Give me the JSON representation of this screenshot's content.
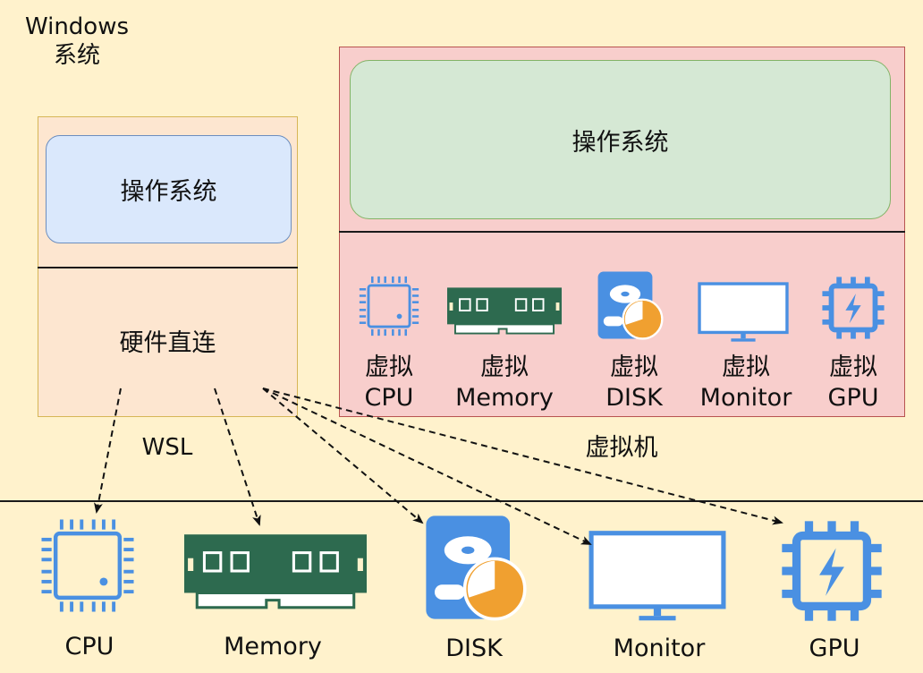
{
  "windows_label": "Windows\n系统",
  "wsl": {
    "os_label": "操作系统",
    "hw_label": "硬件直连",
    "label": "WSL"
  },
  "vm": {
    "os_label": "操作系统",
    "label": "虚拟机",
    "devices": [
      {
        "icon": "cpu-icon",
        "line1": "虚拟",
        "line2": "CPU"
      },
      {
        "icon": "memory-icon",
        "line1": "虚拟",
        "line2": "Memory"
      },
      {
        "icon": "disk-icon",
        "line1": "虚拟",
        "line2": "DISK"
      },
      {
        "icon": "monitor-icon",
        "line1": "虚拟",
        "line2": "Monitor"
      },
      {
        "icon": "gpu-icon",
        "line1": "虚拟",
        "line2": "GPU"
      }
    ]
  },
  "hardware": [
    {
      "icon": "cpu-icon",
      "label": "CPU"
    },
    {
      "icon": "memory-icon",
      "label": "Memory"
    },
    {
      "icon": "disk-icon",
      "label": "DISK"
    },
    {
      "icon": "monitor-icon",
      "label": "Monitor"
    },
    {
      "icon": "gpu-icon",
      "label": "GPU"
    }
  ],
  "colors": {
    "background": "#fff2cc",
    "wsl_fill": "#fde6d0",
    "wsl_stroke": "#d6b656",
    "wsl_os_fill": "#dae8fc",
    "vm_fill": "#f8cecc",
    "vm_stroke": "#b85450",
    "vm_os_fill": "#d5e8d4",
    "icon_blue": "#4a90e2",
    "memory_green": "#2d6a4f",
    "disk_orange": "#f0a030"
  }
}
